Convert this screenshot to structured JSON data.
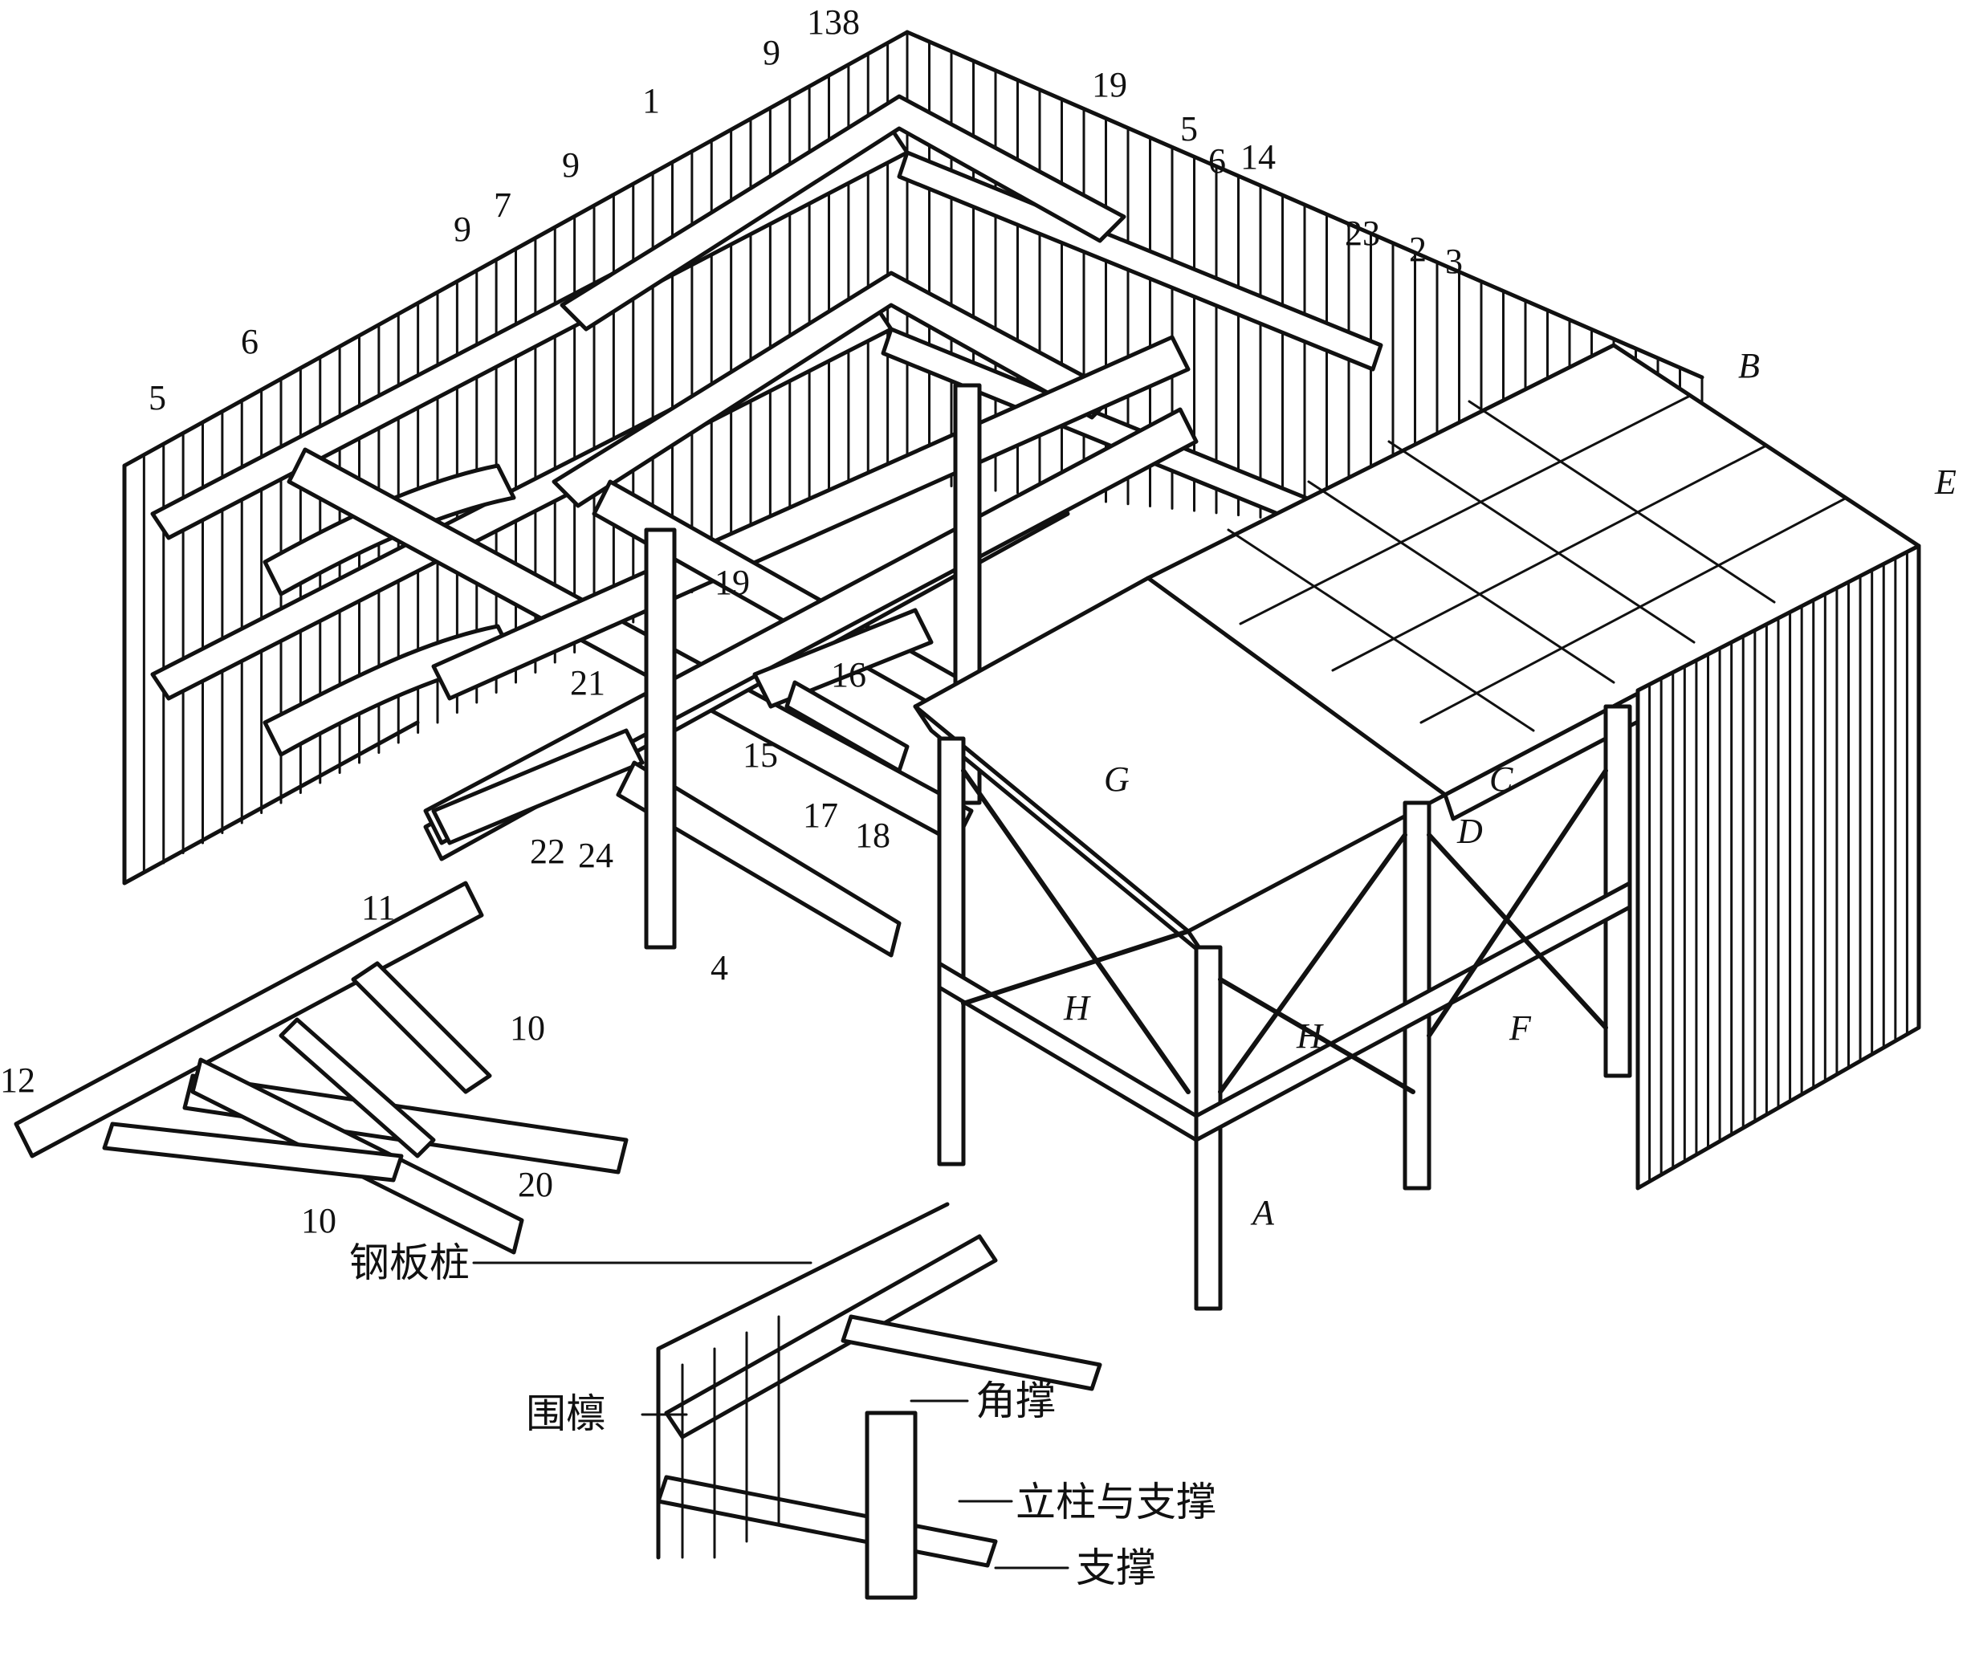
{
  "labels": {
    "n1": "1",
    "n2": "2",
    "n3": "3",
    "n4": "4",
    "n5": "5",
    "n6": "6",
    "n7": "7",
    "n9": "9",
    "n10": "10",
    "n11": "11",
    "n12": "12",
    "n13_8": "138",
    "n14": "14",
    "n15": "15",
    "n16": "16",
    "n17": "17",
    "n18": "18",
    "n19": "19",
    "n20": "20",
    "n21": "21",
    "n22": "22",
    "n23": "23",
    "n24": "24"
  },
  "letters": {
    "A": "A",
    "B": "B",
    "C": "C",
    "D": "D",
    "E": "E",
    "F": "F",
    "G": "G",
    "H": "H"
  },
  "legend": {
    "sheet_pile": "钢板桩",
    "wale": "围檩",
    "corner_brace": "角撑",
    "column_and_strut": "立柱与支撑",
    "strut": "支撑"
  }
}
